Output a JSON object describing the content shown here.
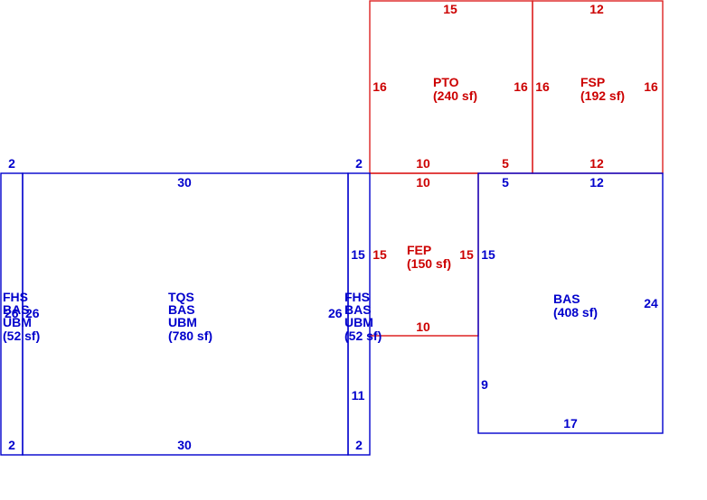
{
  "colors": {
    "living": "#0000cc",
    "exterior": "#dd2222"
  },
  "areas": {
    "fhs_left": {
      "lines": [
        "FHS",
        "BAS",
        "UBM",
        "(52 sf)"
      ]
    },
    "tqs": {
      "lines": [
        "TQS",
        "BAS",
        "UBM",
        "(780 sf)"
      ]
    },
    "fhs_right": {
      "lines": [
        "FHS",
        "BAS",
        "UBM",
        "(52 sf)"
      ]
    },
    "pto": {
      "lines": [
        "PTO",
        "(240 sf)"
      ]
    },
    "fsp": {
      "lines": [
        "FSP",
        "(192 sf)"
      ]
    },
    "fep": {
      "lines": [
        "FEP",
        "(150 sf)"
      ]
    },
    "bas": {
      "lines": [
        "BAS",
        "(408 sf)"
      ]
    }
  },
  "dimensions": {
    "fhs_left_top": "2",
    "fhs_left_bottom": "2",
    "fhs_left_side_a": "26",
    "fhs_left_side_b": "26",
    "tqs_top": "30",
    "tqs_bottom": "30",
    "tqs_right": "26",
    "fhs_right_top": "2",
    "fhs_right_bottom": "2",
    "fhs_right_upper": "15",
    "fhs_right_lower": "11",
    "pto_top": "15",
    "pto_left": "16",
    "pto_right": "16",
    "pto_bottom_left": "10",
    "pto_bottom_right": "5",
    "fsp_top": "12",
    "fsp_left": "16",
    "fsp_right": "16",
    "fsp_bottom": "12",
    "fep_top": "10",
    "fep_left": "15",
    "fep_right": "15",
    "fep_bottom": "10",
    "bas_top_left": "5",
    "bas_top_right": "12",
    "bas_left_upper": "15",
    "bas_left_lower": "9",
    "bas_right": "24",
    "bas_bottom": "17"
  }
}
